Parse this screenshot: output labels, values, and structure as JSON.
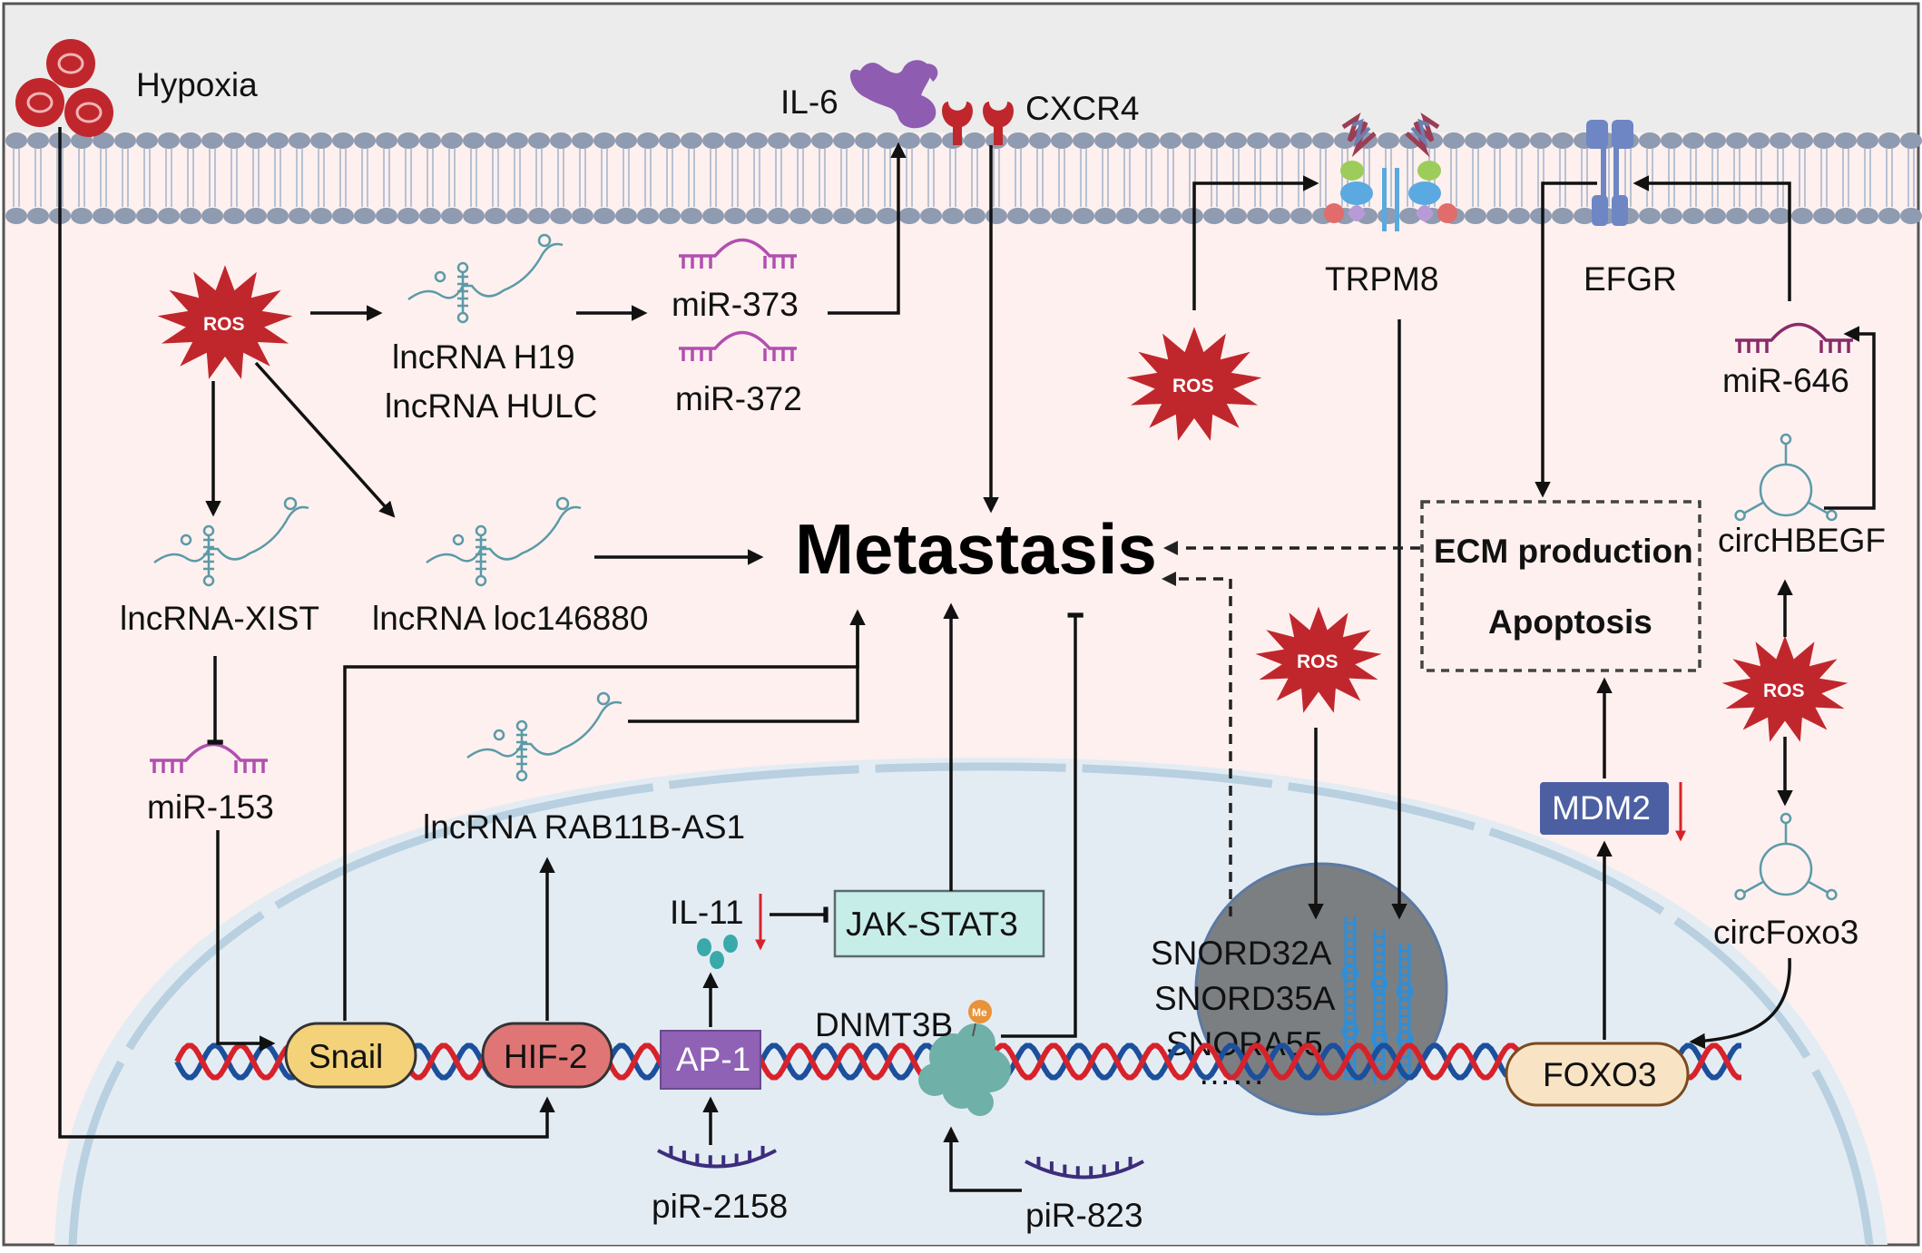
{
  "labels": {
    "hypoxia": "Hypoxia",
    "il6": "IL-6",
    "cxcr4": "CXCR4",
    "trpm8": "TRPM8",
    "efgr": "EFGR",
    "ros": "ROS",
    "lncrna_h19": "lncRNA H19",
    "lncrna_hulc": "lncRNA HULC",
    "mir373": "miR-373",
    "mir372": "miR-372",
    "mir646": "miR-646",
    "circhbegf": "circHBEGF",
    "lncrna_xist": "lncRNA-XIST",
    "lncrna_loc146880": "lncRNA loc146880",
    "metastasis": "Metastasis",
    "ecm_production": "ECM production",
    "apoptosis": "Apoptosis",
    "mir153": "miR-153",
    "lncrna_rab11b": "lncRNA RAB11B-AS1",
    "il11": "IL-11",
    "jak_stat3": "JAK-STAT3",
    "mdm2": "MDM2",
    "circfoxo3": "circFoxo3",
    "snord32a": "SNORD32A",
    "snord35a": "SNORD35A",
    "snora55": "SNORA55",
    "ellipsis": "……",
    "dnmt3b": "DNMT3B",
    "me": "Me",
    "snail": "Snail",
    "hif2": "HIF-2",
    "ap1": "AP-1",
    "foxo3": "FOXO3",
    "pir2158": "piR-2158",
    "pir823": "piR-823"
  },
  "colors": {
    "ros": "#c0272d",
    "membrane_head": "#8e9bb0",
    "extracellular": "#ececec",
    "cytoplasm": "#fdf0ee",
    "nucleus": "#e4ecf3",
    "nucleolus": "#7c7f81",
    "snail": "#f4d27a",
    "hif2": "#e07575",
    "ap1": "#8f62b5",
    "mdm2": "#4d5fa3",
    "jak_stat3": "#c7ede9",
    "foxo3": "#f8e4c4",
    "mirna": "#b24fb0",
    "pirna": "#3c2d7c",
    "dna_red": "#d8222b",
    "dna_blue": "#1c4f9c"
  }
}
